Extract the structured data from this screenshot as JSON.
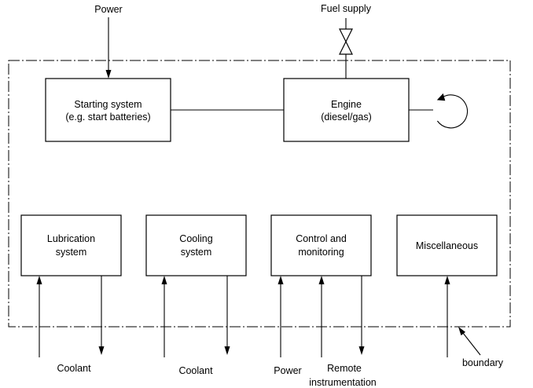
{
  "diagram": {
    "boxes": {
      "starting": {
        "line1": "Starting system",
        "line2": "(e.g. start batteries)"
      },
      "engine": {
        "line1": "Engine",
        "line2": "(diesel/gas)"
      },
      "lubrication": {
        "line1": "Lubrication",
        "line2": "system"
      },
      "cooling": {
        "line1": "Cooling",
        "line2": "system"
      },
      "control": {
        "line1": "Control and",
        "line2": "monitoring"
      },
      "misc": {
        "line1": "Miscellaneous"
      }
    },
    "labels": {
      "power_top": "Power",
      "fuel_supply": "Fuel supply",
      "coolant_1": "Coolant",
      "coolant_2": "Coolant",
      "power_bottom": "Power",
      "remote_line1": "Remote",
      "remote_line2": "instrumentation",
      "boundary": "boundary"
    }
  }
}
